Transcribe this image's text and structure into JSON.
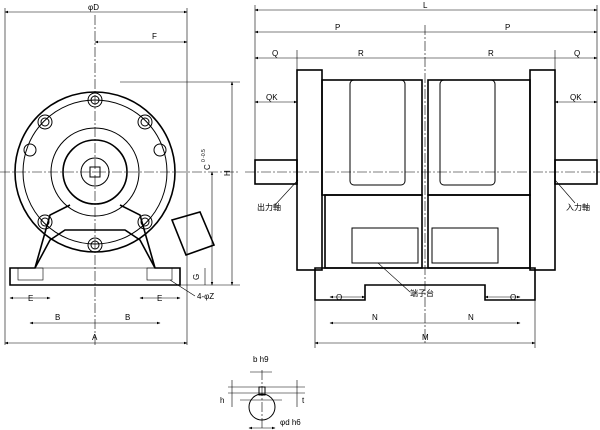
{
  "title": "Motor dimension drawing",
  "front_view": {
    "dims": {
      "phiD": "φD",
      "F": "F",
      "C": "C",
      "C_tol": "0 -0.5",
      "H": "H",
      "G": "G",
      "E1": "E",
      "E2": "E",
      "Z": "4-φZ",
      "B1": "B",
      "B2": "B",
      "A": "A"
    }
  },
  "side_view": {
    "dims": {
      "L": "L",
      "P1": "P",
      "P2": "P",
      "Q1": "Q",
      "Q2": "Q",
      "R1": "R",
      "R2": "R",
      "QK1": "QK",
      "QK2": "QK",
      "O1": "O",
      "O2": "O",
      "N1": "N",
      "N2": "N",
      "M": "M"
    },
    "labels": {
      "output_shaft": "出力軸",
      "input_shaft": "入力軸",
      "terminal_block": "端子台"
    }
  },
  "keyway": {
    "b": "b h9",
    "h": "h",
    "t": "t",
    "d": "φd h6"
  }
}
